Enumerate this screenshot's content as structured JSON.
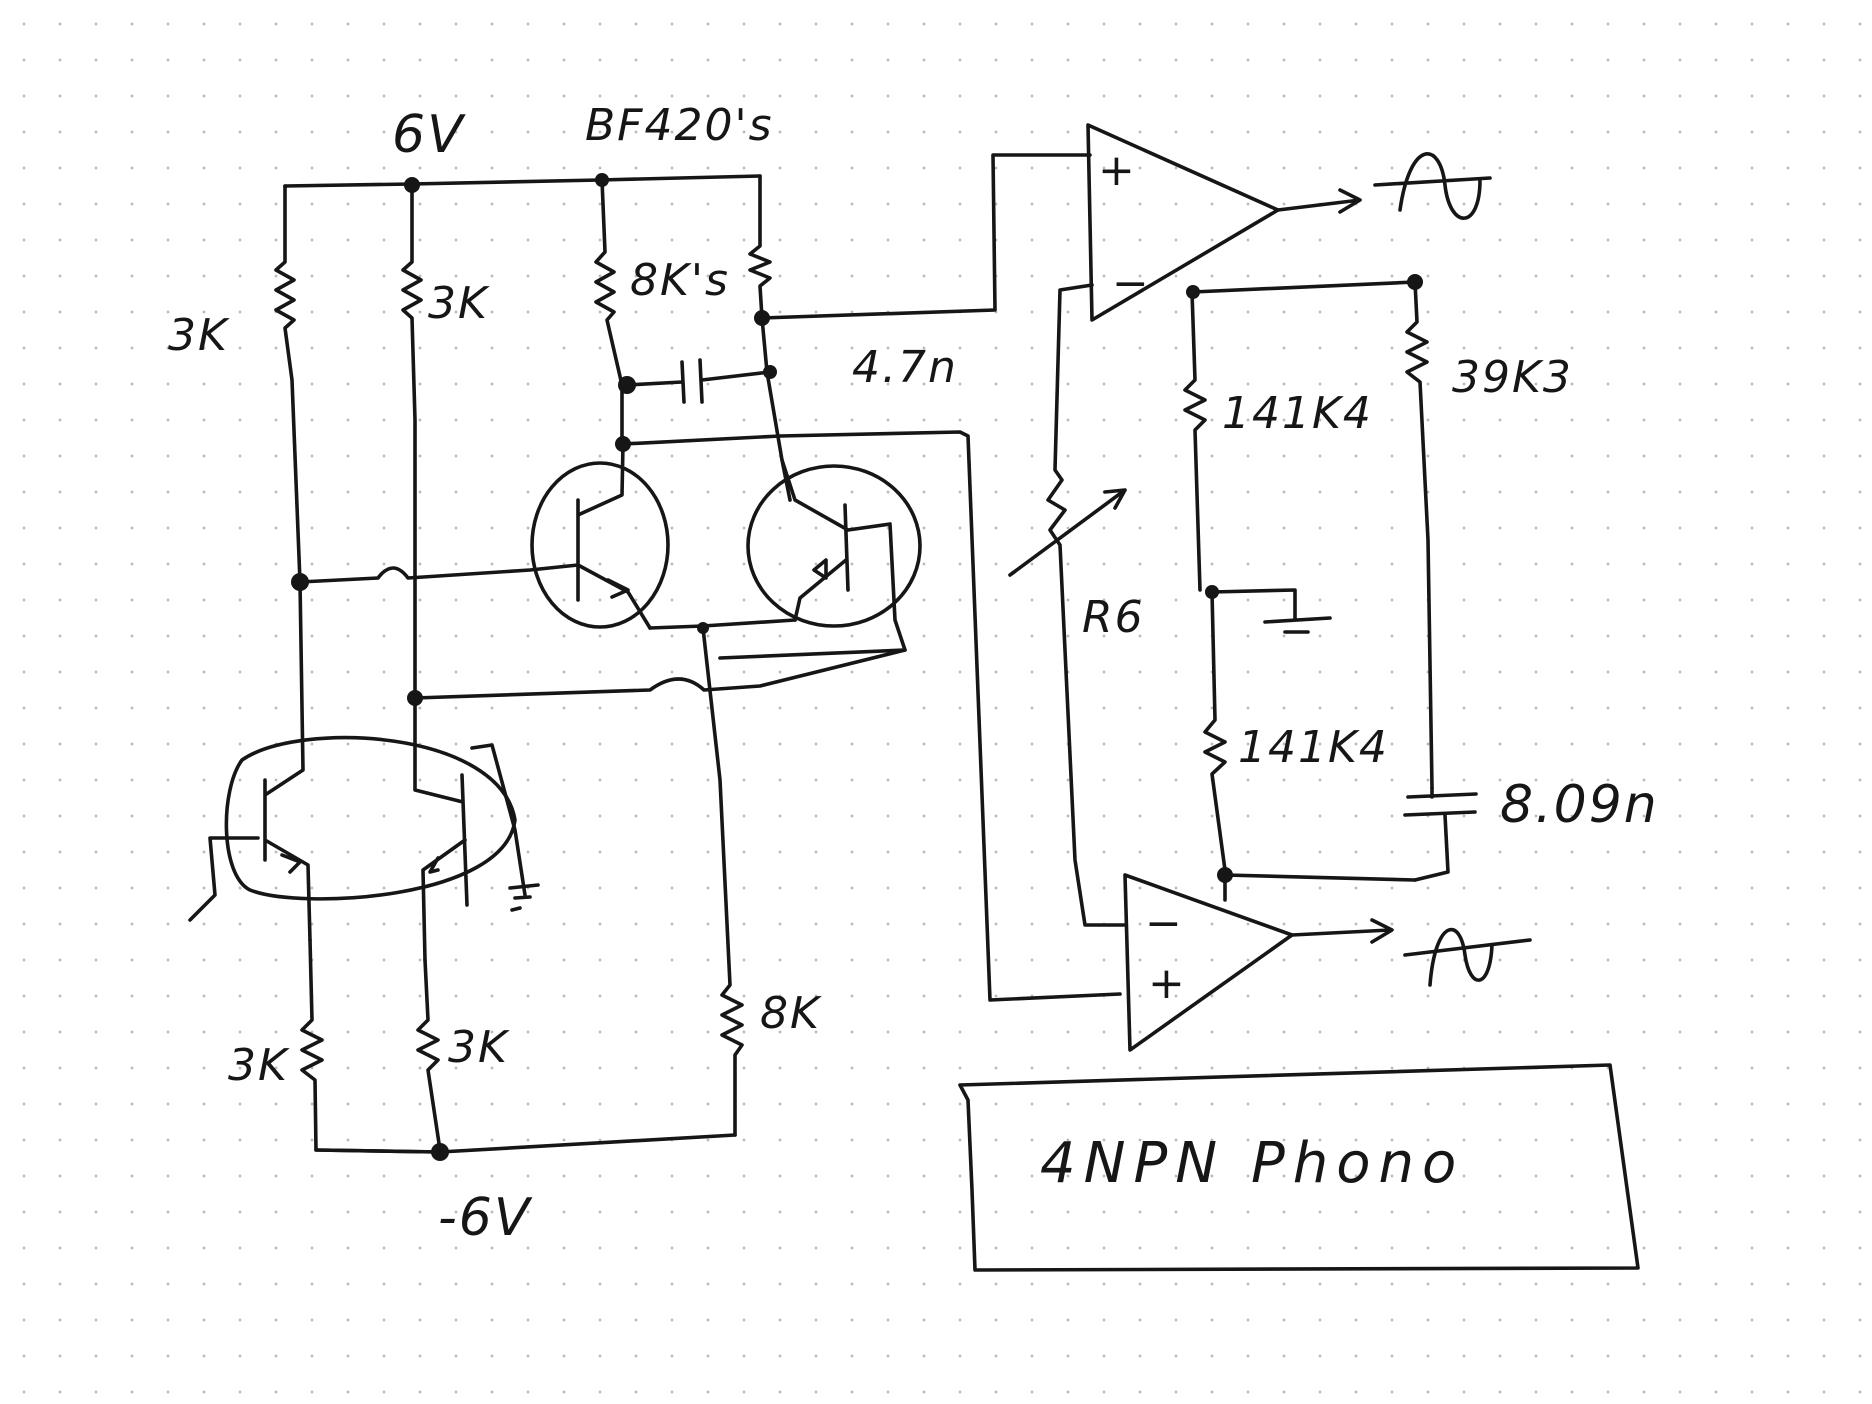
{
  "diagram": {
    "title": "4NPN Phono",
    "labels": {
      "supply_pos": "6V",
      "supply_neg": "-6V",
      "transistors": "BF420's",
      "r_top_left": "3K",
      "r_top_mid": "3K",
      "r_collectors": "8K's",
      "cap_coupling": "4.7n",
      "r_bias_bottom": "8K",
      "r_bottom_left": "3K",
      "r_bottom_mid": "3K",
      "r_feedback_upper": "141K4",
      "r_feedback_lower": "141K4",
      "r_shunt": "39K3",
      "cap_shunt": "8.09n",
      "pot": "R6",
      "opamp_plus": "+",
      "opamp_minus": "−"
    }
  }
}
